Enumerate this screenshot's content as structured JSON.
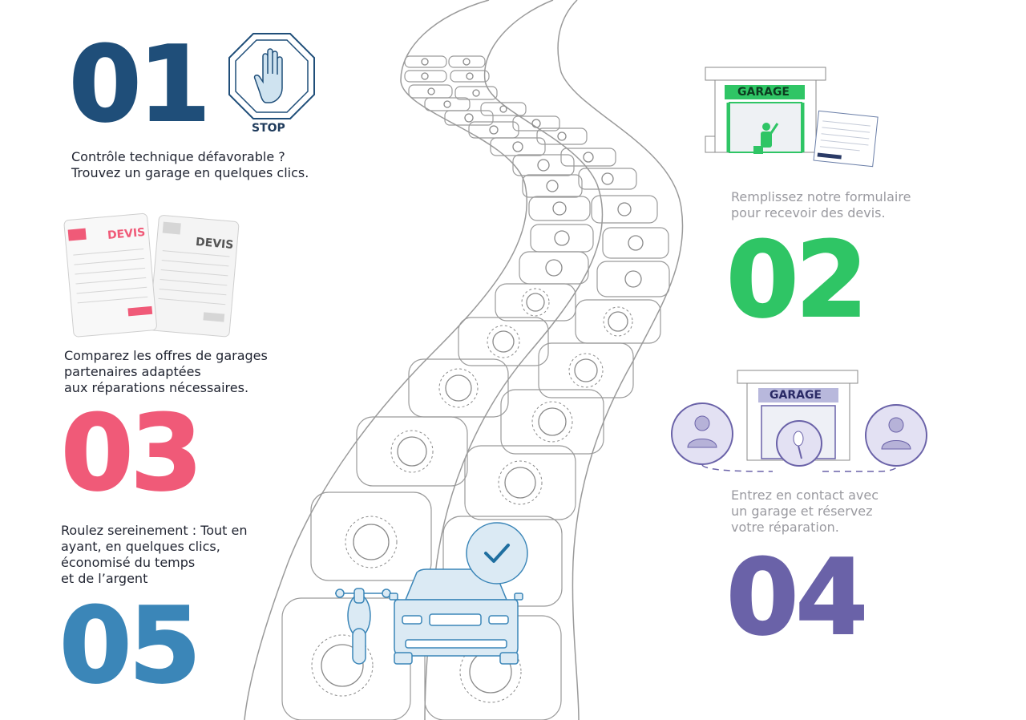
{
  "steps": {
    "s1": {
      "number": "01",
      "text": "Contrôle technique défavorable ?\nTrouvez un garage en quelques clics.",
      "stop_label": "STOP"
    },
    "s2": {
      "number": "02",
      "text": "Remplissez notre formulaire\npour recevoir des devis.",
      "garage_label": "GARAGE"
    },
    "s3": {
      "number": "03",
      "text": "Comparez les offres de garages\npartenaires adaptées\naux réparations nécessaires.",
      "devis_label_1": "DEVIS",
      "devis_label_2": "DEVIS"
    },
    "s4": {
      "number": "04",
      "text": "Entrez en contact avec\nun garage et réservez\nvotre réparation.",
      "garage_label": "GARAGE"
    },
    "s5": {
      "number": "05",
      "text": " Roulez sereinement :  Tout en\nayant, en quelques clics,\néconomisé du temps\net de l’argent"
    }
  },
  "colors": {
    "navy": "#1f4e79",
    "green": "#2fc565",
    "pink": "#f05a78",
    "purple": "#6a62a8",
    "blue": "#3b86b8",
    "road": "#8f8f8f"
  },
  "icons": [
    "stop-hand-icon",
    "garage-icon",
    "form-icon",
    "devis-icon",
    "person-icon",
    "key-icon",
    "check-icon",
    "car-icon",
    "motorbike-icon",
    "gear-icon"
  ]
}
